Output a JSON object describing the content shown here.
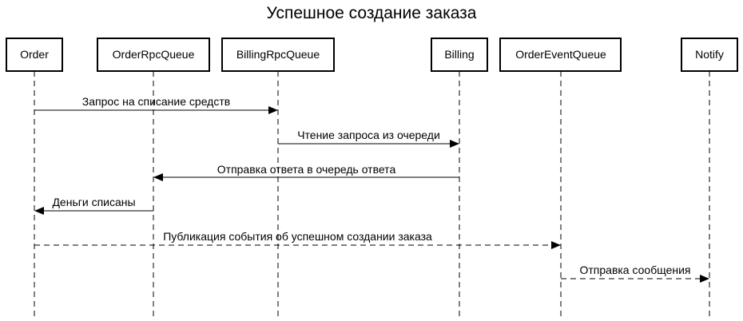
{
  "title": "Успешное создание заказа",
  "participants": [
    {
      "id": "order",
      "label": "Order"
    },
    {
      "id": "order_rpc_queue",
      "label": "OrderRpcQueue"
    },
    {
      "id": "billing_rpc_queue",
      "label": "BillingRpcQueue"
    },
    {
      "id": "billing",
      "label": "Billing"
    },
    {
      "id": "order_event_queue",
      "label": "OrderEventQueue"
    },
    {
      "id": "notify",
      "label": "Notify"
    }
  ],
  "messages": [
    {
      "from": "order",
      "to": "billing_rpc_queue",
      "label": "Запрос на списание средств",
      "style": "solid"
    },
    {
      "from": "billing_rpc_queue",
      "to": "billing",
      "label": "Чтение запроса из очереди",
      "style": "solid"
    },
    {
      "from": "billing",
      "to": "order_rpc_queue",
      "label": "Отправка ответа в очередь ответа",
      "style": "solid"
    },
    {
      "from": "order_rpc_queue",
      "to": "order",
      "label": "Деньги списаны",
      "style": "solid"
    },
    {
      "from": "order",
      "to": "order_event_queue",
      "label": "Публикация события об успешном создании заказа",
      "style": "dashed"
    },
    {
      "from": "order_event_queue",
      "to": "notify",
      "label": "Отправка сообщения",
      "style": "dashed"
    }
  ]
}
